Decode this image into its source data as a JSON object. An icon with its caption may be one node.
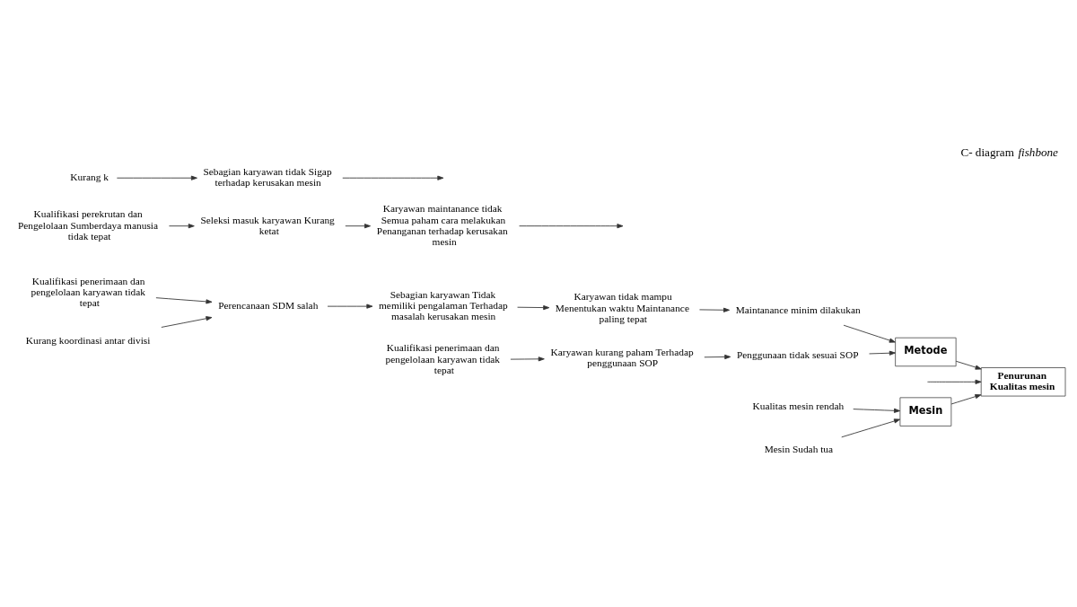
{
  "diagram": {
    "title": "C- diagram *fishbone*",
    "nodes": [
      {
        "text": [
          "Mesin"
        ]
      },
      {
        "text": [
          "Metode"
        ]
      },
      {
        "text": [
          "Kualifikasi penerimaan dan pengelolaan karyawan tidak tepat"
        ]
      },
      {
        "text": [
          "Kurang koordinasi antar divisi"
        ]
      },
      {
        "text": [
          "Perencanaan SDM salah"
        ]
      },
      {
        "text": [
          "Maintanance minim dilakukan"
        ]
      },
      {
        "text": [
          "Penggunaan tidak sesuai SOP"
        ]
      },
      {
        "text": [
          "Sebagian karyawan Tidak memiliki pengalaman Terhadap masalah kerusakan mesin"
        ]
      },
      {
        "text": [
          "Karyawan kurang paham Terhadap penggunaan SOP"
        ]
      },
      {
        "text": [
          "Karyawan tidak mampu Menentukan waktu Maintanance paling tepat"
        ]
      },
      {
        "text": [
          "Kualitas mesin rendah"
        ]
      },
      {
        "text": [
          "Mesin Sudah tua"
        ]
      },
      {
        "text": [
          "Kualifikasi penerimaan dan pengelolaan karyawan tidak tepat"
        ]
      },
      {
        "text": [
          "Penurunan Kualitas mesin"
        ]
      },
      {
        "text": [
          "Karyawan maintanance tidak Semua paham cara melakukan Penanganan terhadap kerusakan mesin"
        ]
      },
      {
        "text": [
          "Kualifikasi perekrutan dan Pengelolaan Sumberdaya manusia tidak tepat"
        ]
      },
      {
        "text": [
          "Sebagian karyawan tidak Sigap terhadap kerusakan mesin"
        ]
      },
      {
        "text": [
          "Seleksi masuk karyawan Kurang ketat"
        ]
      },
      {
        "text": [
          "Kurang k"
        ]
      }
    ],
    "edges": [
      {
        "from": 11,
        "to": 0,
        "arrow": "to"
      },
      {
        "from": 10,
        "to": 0,
        "arrow": "to"
      },
      {
        "from": 0,
        "to": 13,
        "arrow": "to"
      },
      {
        "from": 6,
        "to": 1,
        "arrow": "to"
      },
      {
        "from": 8,
        "to": 6,
        "arrow": "to"
      },
      {
        "from": 12,
        "to": 8,
        "arrow": "to"
      },
      {
        "from": 5,
        "to": 1,
        "arrow": "to"
      },
      {
        "from": 9,
        "to": 5,
        "arrow": "to"
      },
      {
        "from": 7,
        "to": 9,
        "arrow": "to"
      },
      {
        "from": 4,
        "to": 7,
        "arrow": "to"
      },
      {
        "from": 3,
        "to": 4,
        "arrow": "to"
      },
      {
        "from": 2,
        "to": 4,
        "arrow": "to"
      },
      {
        "from": 1,
        "to": 13,
        "arrow": "to"
      },
      {
        "from": null,
        "to": 13,
        "arrow": "to"
      },
      {
        "from": 14,
        "to": null,
        "arrow": "to"
      },
      {
        "from": 17,
        "to": 14,
        "arrow": "to"
      },
      {
        "from": 15,
        "to": 17,
        "arrow": "to"
      },
      {
        "from": 16,
        "to": null,
        "arrow": "to"
      },
      {
        "from": 18,
        "to": 16,
        "arrow": "to"
      }
    ]
  }
}
